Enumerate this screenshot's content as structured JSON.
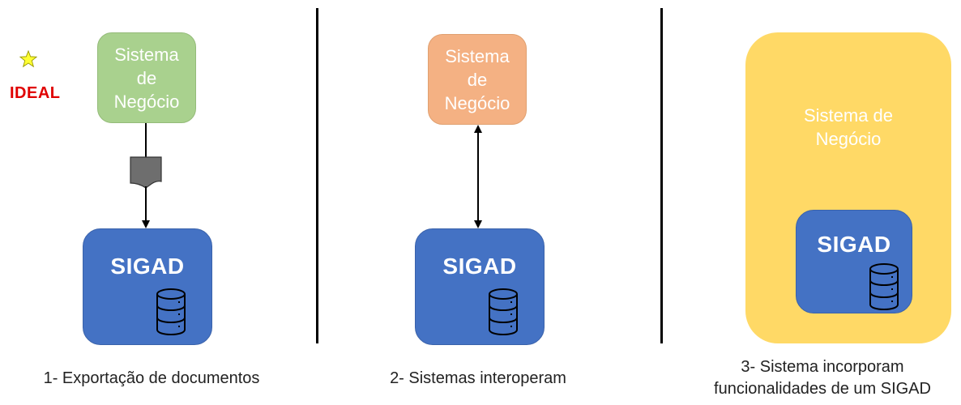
{
  "badge": {
    "label": "IDEAL"
  },
  "panels": [
    {
      "system_label": "Sistema\nde\nNegócio",
      "sigad_label": "SIGAD",
      "caption": "1- Exportação de documentos"
    },
    {
      "system_label": "Sistema\nde\nNegócio",
      "sigad_label": "SIGAD",
      "caption": "2- Sistemas interoperam"
    },
    {
      "system_label": "Sistema de\nNegócio",
      "sigad_label": "SIGAD",
      "caption": "3- Sistema incorporam\nfuncionalidades de um SIGAD"
    }
  ],
  "colors": {
    "system_green": "#a9d18e",
    "system_orange": "#f4b183",
    "system_yellow": "#ffd966",
    "sigad_blue": "#4472c4",
    "ideal_red": "#e00000",
    "document_gray": "#6e6e6e"
  },
  "icons": [
    "star-icon",
    "document-icon",
    "database-icon"
  ]
}
